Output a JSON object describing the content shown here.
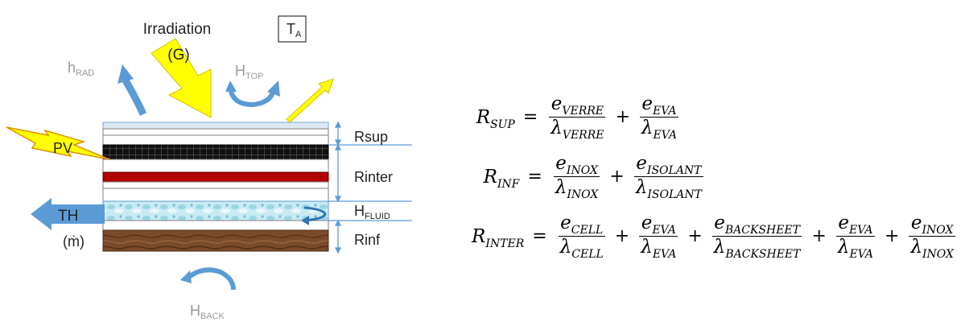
{
  "diagram": {
    "irradiation_label": "Irradiation",
    "irradiation_symbol": "(G)",
    "ambient_label": "T",
    "ambient_sub": "A",
    "h_rad_main": "h",
    "h_rad_sub": "RAD",
    "h_top_main": "H",
    "h_top_sub": "TOP",
    "pv_label": "PV",
    "th_label": "TH",
    "mass_flow_label": "(ṁ)",
    "h_back_main": "H",
    "h_back_sub": "BACK",
    "rsup_label": "Rsup",
    "rinter_label": "Rinter",
    "h_fluid_main": "H",
    "h_fluid_sub": "FLUID",
    "rinf_label": "Rinf"
  },
  "equations": {
    "sup": {
      "lhs": "R",
      "lhs_sub": "SUP",
      "terms": [
        {
          "num": "e",
          "num_sub": "VERRE",
          "den": "λ",
          "den_sub": "VERRE"
        },
        {
          "num": "e",
          "num_sub": "EVA",
          "den": "λ",
          "den_sub": "EVA"
        }
      ]
    },
    "inf": {
      "lhs": "R",
      "lhs_sub": "INF",
      "terms": [
        {
          "num": "e",
          "num_sub": "INOX",
          "den": "λ",
          "den_sub": "INOX"
        },
        {
          "num": "e",
          "num_sub": "ISOLANT",
          "den": "λ",
          "den_sub": "ISOLANT"
        }
      ]
    },
    "inter": {
      "lhs": "R",
      "lhs_sub": "INTER",
      "terms": [
        {
          "num": "e",
          "num_sub": "CELL",
          "den": "λ",
          "den_sub": "CELL"
        },
        {
          "num": "e",
          "num_sub": "EVA",
          "den": "λ",
          "den_sub": "EVA"
        },
        {
          "num": "e",
          "num_sub": "BACKSHEET",
          "den": "λ",
          "den_sub": "BACKSHEET"
        },
        {
          "num": "e",
          "num_sub": "EVA",
          "den": "λ",
          "den_sub": "EVA"
        },
        {
          "num": "e",
          "num_sub": "INOX",
          "den": "λ",
          "den_sub": "INOX"
        }
      ]
    }
  },
  "colors": {
    "sun_arrow": "#ffff00",
    "flow_arrow": "#5b9bd5",
    "glass": "#dce9f5",
    "cell": "#111111",
    "backsheet": "#b00000",
    "fluid": "#bfe4ee",
    "insulation": "#7a4b2a",
    "bracket": "#5b9bd5"
  }
}
